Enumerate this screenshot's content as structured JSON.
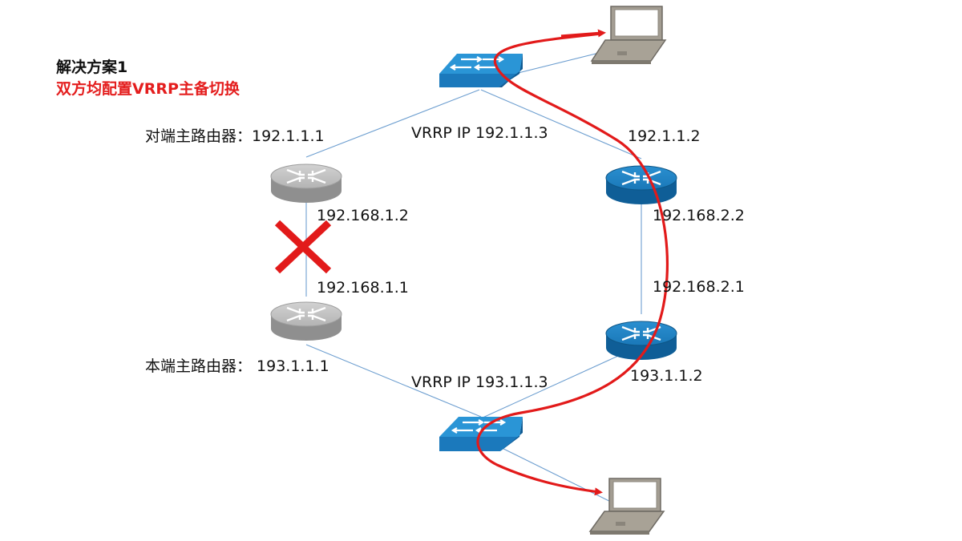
{
  "title": {
    "line1": "解决方案1",
    "line2": "双方均配置VRRP主备切换"
  },
  "labels": {
    "peer_main_router": "对端主路由器：192.1.1.1",
    "local_main_router": "本端主路由器： 193.1.1.1",
    "vrrp_top": "VRRP IP 192.1.1.3",
    "vrrp_bottom": "VRRP IP 193.1.1.3",
    "r_top_right": "192.1.1.2",
    "ip_168_1_2": "192.168.1.2",
    "ip_168_1_1": "192.168.1.1",
    "ip_168_2_2": "192.168.2.2",
    "ip_168_2_1": "192.168.2.1",
    "r_bottom_right": "193.1.1.2"
  },
  "devices": {
    "routers": [
      {
        "name": "peer-main-router",
        "state": "inactive",
        "color": "#a9a9a9"
      },
      {
        "name": "local-main-router",
        "state": "inactive",
        "color": "#a9a9a9"
      },
      {
        "name": "peer-backup-router",
        "state": "active",
        "color": "#1677b8"
      },
      {
        "name": "local-backup-router",
        "state": "active",
        "color": "#1677b8"
      }
    ],
    "switches": [
      "top-switch",
      "bottom-switch"
    ],
    "hosts": [
      "top-laptop",
      "bottom-laptop"
    ]
  },
  "colors": {
    "link": "#6e9fd0",
    "path": "#e21a1a",
    "failure_mark": "#e21a1a",
    "title_red": "#e41e1e"
  },
  "icons": {
    "failure": "x-mark-icon",
    "router": "router-icon",
    "switch": "switch-icon",
    "host": "laptop-icon"
  }
}
